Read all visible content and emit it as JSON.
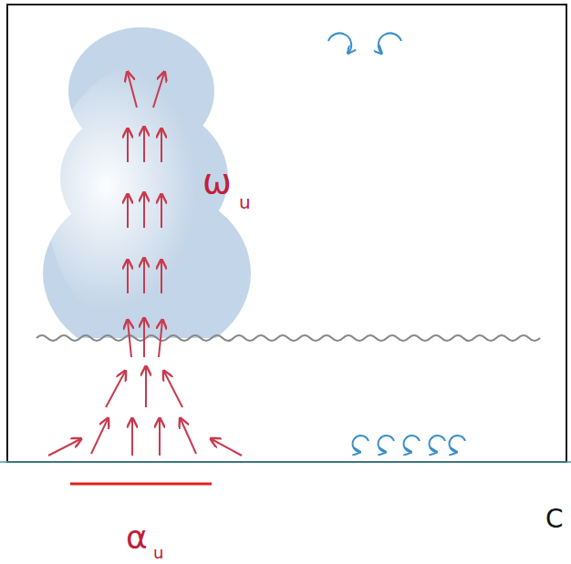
{
  "diagram": {
    "labels": [
      "ω",
      "u",
      "α",
      "u",
      "C"
    ]
  }
}
